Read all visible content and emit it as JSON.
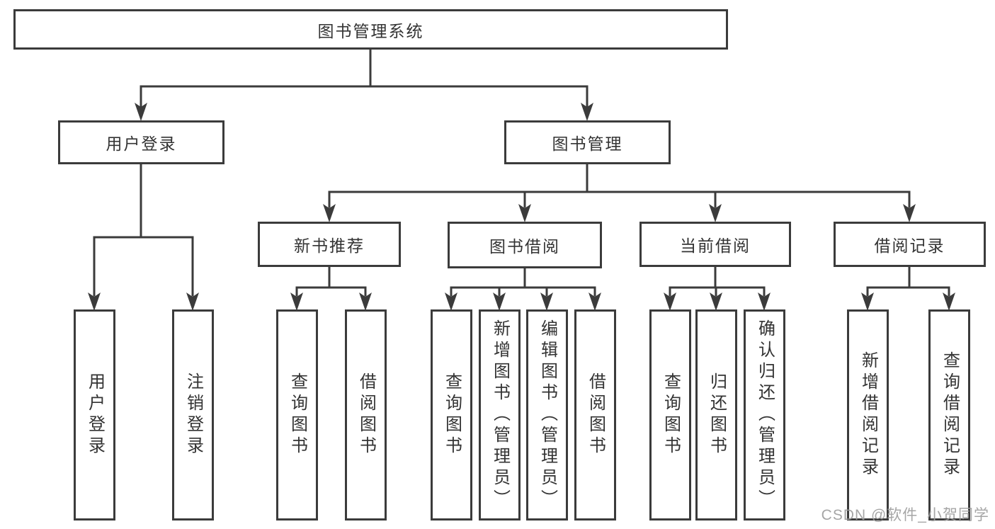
{
  "colors": {
    "background": "#ffffff",
    "line": "#3b3b3b",
    "box_border": "#3b3b3b",
    "text": "#333333",
    "watermark": "#9e9e9e"
  },
  "watermark": {
    "text": "CSDN @软件_小贺同学"
  },
  "tree": {
    "root": {
      "label": "图书管理系统",
      "children": [
        {
          "label": "用户登录",
          "children": [
            {
              "label": "用户登录"
            },
            {
              "label": "注销登录"
            }
          ]
        },
        {
          "label": "图书管理",
          "children": [
            {
              "label": "新书推荐",
              "children": [
                {
                  "label": "查询图书"
                },
                {
                  "label": "借阅图书"
                }
              ]
            },
            {
              "label": "图书借阅",
              "children": [
                {
                  "label": "查询图书"
                },
                {
                  "label": "新增图书（管理员）"
                },
                {
                  "label": "编辑图书（管理员）"
                },
                {
                  "label": "借阅图书"
                }
              ]
            },
            {
              "label": "当前借阅",
              "children": [
                {
                  "label": "查询图书"
                },
                {
                  "label": "归还图书"
                },
                {
                  "label": "确认归还（管理员）"
                }
              ]
            },
            {
              "label": "借阅记录",
              "children": [
                {
                  "label": "新增借阅记录"
                },
                {
                  "label": "查询借阅记录"
                }
              ]
            }
          ]
        }
      ]
    }
  }
}
